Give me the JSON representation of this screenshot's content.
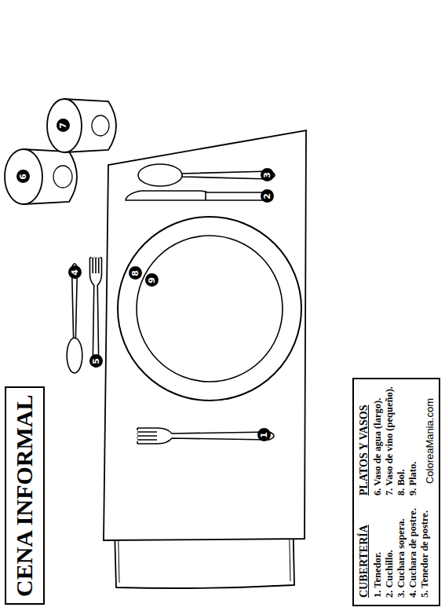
{
  "diagram": {
    "title": "CENA INFORMAL",
    "nodes": [
      {
        "text": [
          "CUBERTERÍA",
          "1. Tenedor.",
          "2. Cuchillo.",
          "3. Cuchara sopera.",
          "4. Cuchara de postre.",
          "5. Tenedor de postre.",
          "PLATOS Y VASOS",
          "6. Vaso de agua (largo).",
          "7. Vaso de vino (pequeño).",
          "8. Bol.",
          "9. Plato.",
          "ColoreaMania.com"
        ]
      }
    ],
    "labels": [
      "1",
      "2",
      "3",
      "4",
      "5",
      "6",
      "7",
      "8",
      "9"
    ]
  }
}
